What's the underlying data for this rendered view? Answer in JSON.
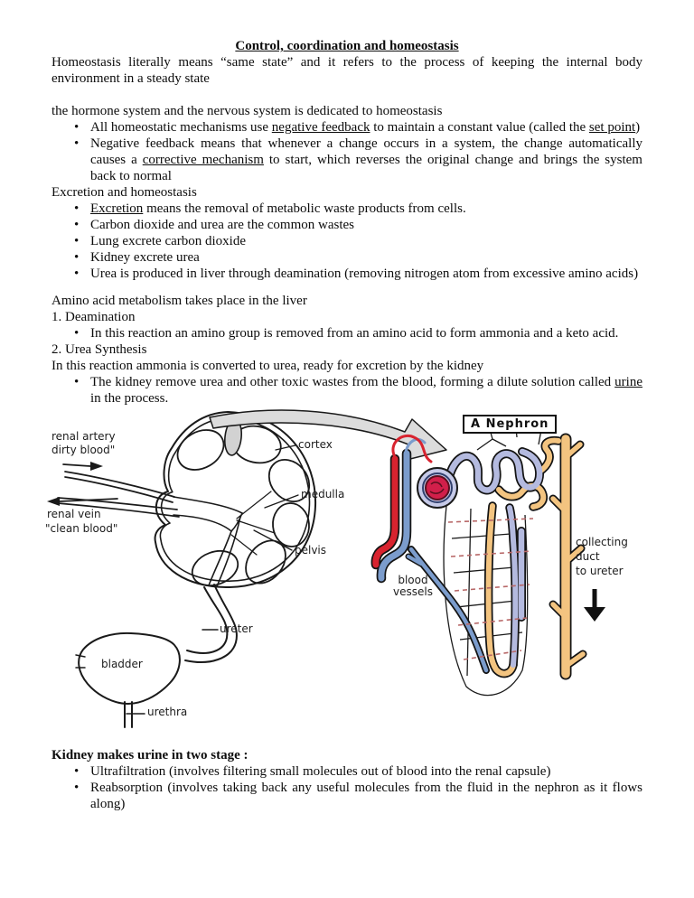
{
  "doc": {
    "title": "Control, coordination and homeostasis",
    "intro": "Homeostasis literally means “same state” and  it refers to the process of keeping the internal body environment in a steady state",
    "hormone": {
      "lead": "the hormone system and the nervous system is dedicated to homeostasis",
      "b1": {
        "t1": "All homeostatic mechanisms use ",
        "u1": "negative feedback",
        "t2": " to maintain a constant value (called the ",
        "u2": "set point",
        "t3": ")"
      },
      "b2": {
        "t1": "Negative feedback means that whenever a change occurs in a system, the change automatically causes a ",
        "u1": "corrective mechanism",
        "t2": " to start, which reverses the original change and brings the system back to normal"
      }
    },
    "excretion": {
      "lead": "Excretion and homeostasis",
      "b1": {
        "u1": "Excretion",
        "t1": " means the removal of metabolic waste products from cells."
      },
      "b2": "Carbon dioxide and urea are the common wastes",
      "b3": "Lung excrete carbon dioxide",
      "b4": "Kidney excrete urea",
      "b5": "Urea is produced in liver through deamination (removing nitrogen atom from excessive amino acids)"
    },
    "amino": {
      "lead": "Amino acid metabolism takes place in the liver",
      "h1": "1. Deamination",
      "b1": "In this reaction an amino group is removed from an amino acid to form ammonia and a keto acid.",
      "h2": "2. Urea Synthesis",
      "p2": "In this reaction ammonia is converted to urea, ready for excretion by the kidney",
      "b2": {
        "t1": "The kidney remove urea and other toxic wastes from the blood, forming a dilute solution called ",
        "u1": "urine",
        "t2": " in the process."
      }
    },
    "footer": {
      "heading": "Kidney makes urine in two stage :",
      "b1": "Ultrafiltration (involves filtering small molecules out of blood into the renal capsule)",
      "b2": "Reabsorption (involves taking back any useful molecules from the fluid in the nephron as it flows along)"
    }
  },
  "diagram": {
    "kidney_labels": {
      "renal_artery": "renal artery",
      "dirty_blood": "dirty blood\"",
      "renal_vein": "renal vein",
      "clean_blood": "\"clean blood\"",
      "cortex": "cortex",
      "medulla": "medulla",
      "pelvis": "pelvis",
      "ureter": "ureter",
      "bladder": "bladder",
      "urethra": "urethra"
    },
    "nephron_labels": {
      "title": "A Nephron",
      "blood_vessels_line1": "blood",
      "blood_vessels_line2": "vessels",
      "collecting_line1": "collecting",
      "collecting_line2": "duct",
      "collecting_line3": "to ureter"
    },
    "colors": {
      "artery_red": "#d8232f",
      "vein_blue": "#7b9ccc",
      "tubule_lavender": "#b4badf",
      "duct_tan": "#f3c480",
      "glomerulus_red": "#d21f4a",
      "capsule_lavender": "#c6cae8",
      "arrow_gray": "#dcdcdc",
      "highlight_gray": "#d2d2d2"
    }
  },
  "glyphs": {
    "bullet": "•"
  }
}
